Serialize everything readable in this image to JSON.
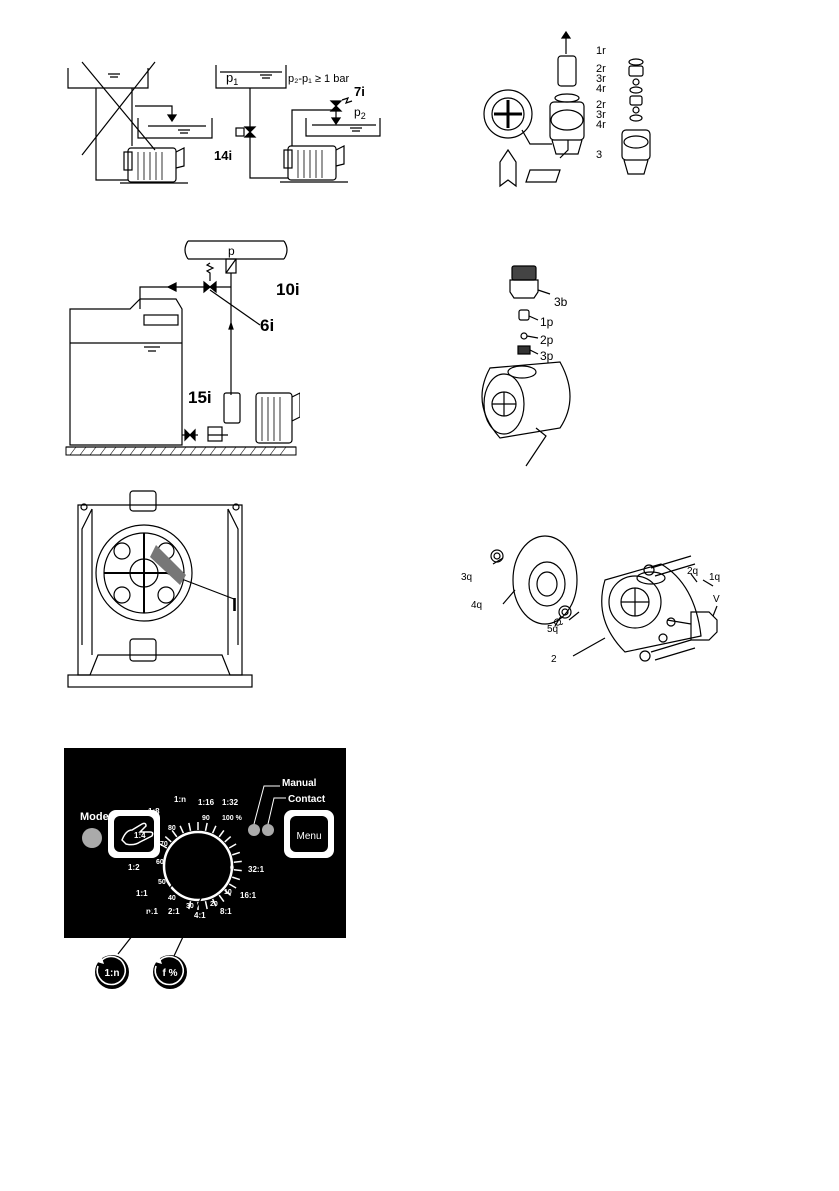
{
  "fig1": {
    "label_p1": "p",
    "label_p1_sub": "1",
    "label_inequality": "p₂-p₁ ≥ 1 bar",
    "label_7i": "7i",
    "label_p2": "p",
    "label_p2_sub": "2",
    "label_14i": "14i"
  },
  "fig2": {
    "labels": [
      "1r",
      "2r",
      "3r",
      "4r",
      "2r",
      "3r",
      "4r",
      "3"
    ]
  },
  "fig3": {
    "label_p": "p",
    "label_10i": "10i",
    "label_6i": "6i",
    "label_15i": "15i"
  },
  "fig4": {
    "labels": [
      "3b",
      "1p",
      "2p",
      "3p"
    ]
  },
  "fig5": {
    "label_I": "I"
  },
  "fig6": {
    "labels": [
      "3q",
      "4q",
      "5q",
      "Q",
      "2",
      "2q",
      "1q",
      "V"
    ]
  },
  "control_panel": {
    "mode_label": "Mode",
    "manual_label": "Manual",
    "contact_label": "Contact",
    "menu_label": "Menu",
    "ratio_labels": [
      "1:n",
      "1:16",
      "1:32",
      "1:8",
      "1:4",
      "1:2",
      "1:1",
      "n:1",
      "2:1",
      "4:1",
      "8:1",
      "16:1",
      "32:1"
    ],
    "percent_labels": [
      "100 %",
      "90",
      "80",
      "70",
      "60",
      "50",
      "40",
      "30",
      "20",
      "10",
      "0"
    ],
    "knob_1n_label": "1:n",
    "knob_f_label": "f %"
  }
}
